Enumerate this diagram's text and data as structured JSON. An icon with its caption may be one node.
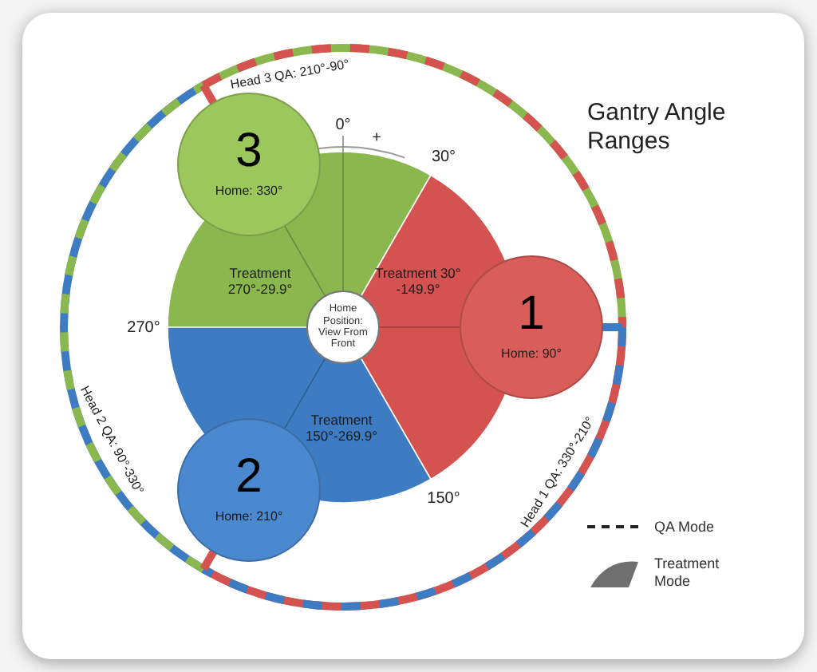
{
  "diagram": {
    "title": "Gantry Angle Ranges",
    "nodes": [
      {
        "text": [
          "3",
          "Home: 330°"
        ]
      },
      {
        "text": [
          "Treatment 270°-29.9°"
        ]
      },
      {
        "text": [
          "Treatment 30° -149.9°"
        ]
      },
      {
        "text": [
          "Home Position: View From Front"
        ]
      },
      {
        "text": [
          "1",
          "Home: 90°"
        ]
      },
      {
        "text": [
          "Treatment 150°-269.9°"
        ]
      },
      {
        "text": [
          "2",
          "Home: 210°"
        ]
      }
    ],
    "labels": [
      "Head 3 QA: 210°-90°",
      "0°",
      "+",
      "30°",
      "270°",
      "150°",
      "Head 1 QA: 330°-210°",
      "Head 2 QA: 90°-330°"
    ],
    "legend": [
      {
        "text": "QA Mode"
      },
      {
        "text": "Treatment Mode"
      }
    ]
  }
}
